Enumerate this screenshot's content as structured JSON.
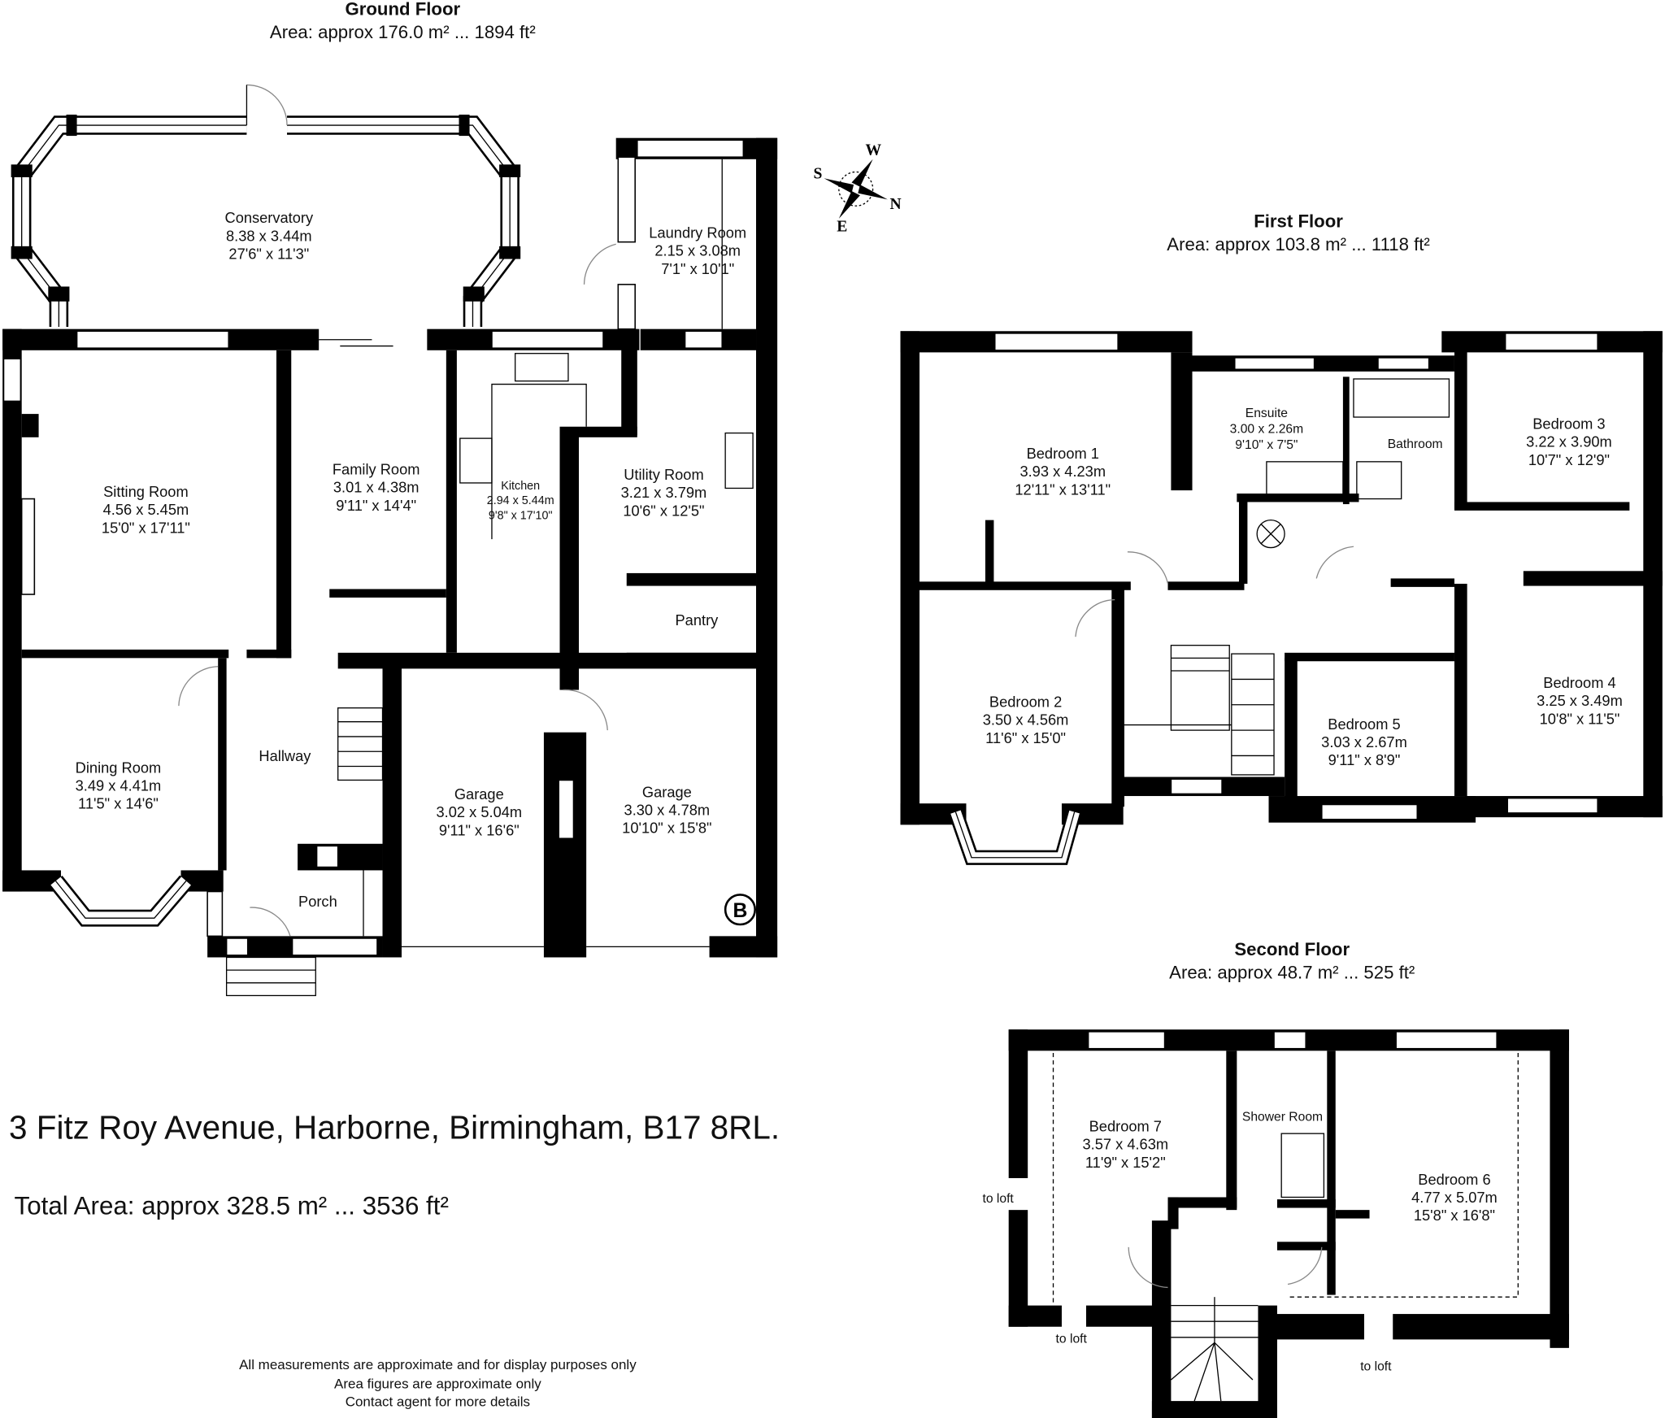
{
  "floors": {
    "ground": {
      "title": "Ground Floor",
      "area": "Area: approx 176.0 m² ... 1894 ft²",
      "rooms": [
        {
          "name": "Conservatory",
          "metric": "8.38 x 3.44m",
          "imperial": "27'6\" x 11'3\""
        },
        {
          "name": "Laundry Room",
          "metric": "2.15 x 3.08m",
          "imperial": "7'1\" x 10'1\""
        },
        {
          "name": "Sitting Room",
          "metric": "4.56 x 5.45m",
          "imperial": "15'0\" x 17'11\""
        },
        {
          "name": "Family Room",
          "metric": "3.01 x 4.38m",
          "imperial": "9'11\" x 14'4\""
        },
        {
          "name": "Kitchen",
          "metric": "2.94 x 5.44m",
          "imperial": "9'8\" x 17'10\""
        },
        {
          "name": "Utility Room",
          "metric": "3.21 x 3.79m",
          "imperial": "10'6\" x 12'5\""
        },
        {
          "name": "Pantry"
        },
        {
          "name": "Hallway"
        },
        {
          "name": "Dining Room",
          "metric": "3.49 x 4.41m",
          "imperial": "11'5\" x 14'6\""
        },
        {
          "name": "Garage",
          "metric": "3.02 x 5.04m",
          "imperial": "9'11\" x 16'6\""
        },
        {
          "name": "Garage",
          "metric": "3.30 x 4.78m",
          "imperial": "10'10\" x 15'8\""
        },
        {
          "name": "Porch"
        }
      ],
      "boiler_marker": "B"
    },
    "first": {
      "title": "First Floor",
      "area": "Area: approx 103.8 m² ... 1118 ft²",
      "rooms": [
        {
          "name": "Bedroom 1",
          "metric": "3.93 x 4.23m",
          "imperial": "12'11\" x 13'11\""
        },
        {
          "name": "Ensuite",
          "metric": "3.00 x 2.26m",
          "imperial": "9'10\" x 7'5\""
        },
        {
          "name": "Bathroom"
        },
        {
          "name": "Bedroom 3",
          "metric": "3.22 x 3.90m",
          "imperial": "10'7\" x 12'9\""
        },
        {
          "name": "Bedroom 2",
          "metric": "3.50 x 4.56m",
          "imperial": "11'6\" x 15'0\""
        },
        {
          "name": "Bedroom 5",
          "metric": "3.03 x 2.67m",
          "imperial": "9'11\" x 8'9\""
        },
        {
          "name": "Bedroom 4",
          "metric": "3.25 x 3.49m",
          "imperial": "10'8\" x 11'5\""
        }
      ]
    },
    "second": {
      "title": "Second Floor",
      "area": "Area: approx 48.7 m² ... 525 ft²",
      "rooms": [
        {
          "name": "Bedroom 7",
          "metric": "3.57 x 4.63m",
          "imperial": "11'9\" x 15'2\""
        },
        {
          "name": "Shower Room"
        },
        {
          "name": "Bedroom 6",
          "metric": "4.77 x 5.07m",
          "imperial": "15'8\" x 16'8\""
        }
      ],
      "loft_labels": [
        "to loft",
        "to loft",
        "to loft"
      ]
    }
  },
  "compass": {
    "n": "N",
    "s": "S",
    "e": "E",
    "w": "W"
  },
  "address": "3 Fitz Roy Avenue, Harborne, Birmingham, B17 8RL.",
  "total_area": "Total Area: approx 328.5 m² ... 3536 ft²",
  "disclaimer": [
    "All measurements are approximate and for display purposes only",
    "Area figures are approximate only",
    "Contact agent for more details"
  ]
}
